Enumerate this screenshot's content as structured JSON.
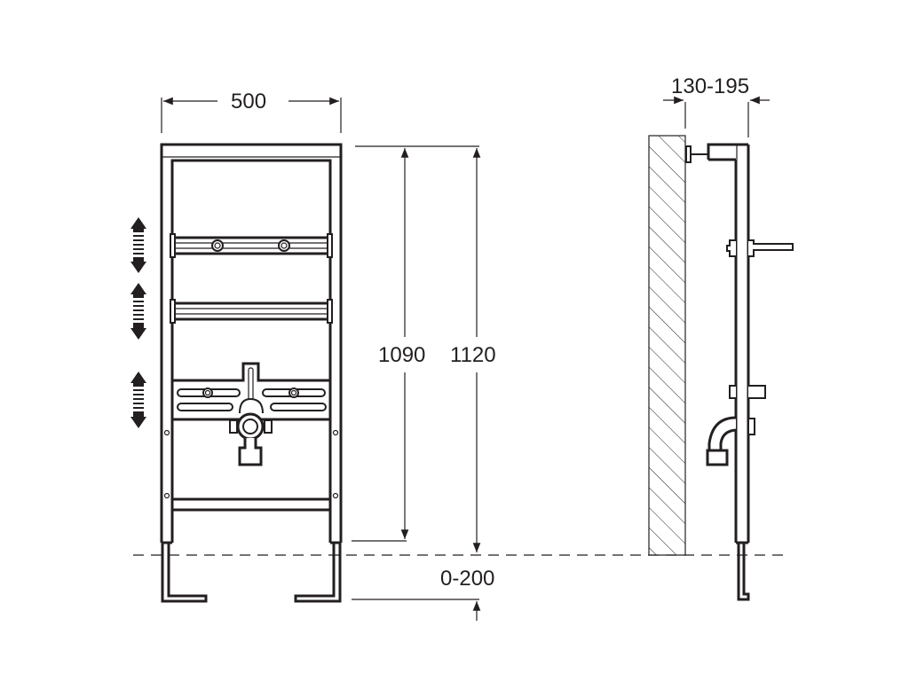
{
  "diagram": {
    "type": "technical-installation-drawing",
    "colors": {
      "line": "#231f20",
      "background": "#ffffff"
    },
    "front_view": {
      "width_dimension": "500",
      "height_dimension_inner": "1090",
      "height_dimension_outer": "1120",
      "foot_adjustment_dimension": "0-200",
      "adjustable_crossbars": 3
    },
    "side_view": {
      "wall_distance_dimension": "130-195"
    },
    "reference_line": "floor-level-dashed"
  }
}
